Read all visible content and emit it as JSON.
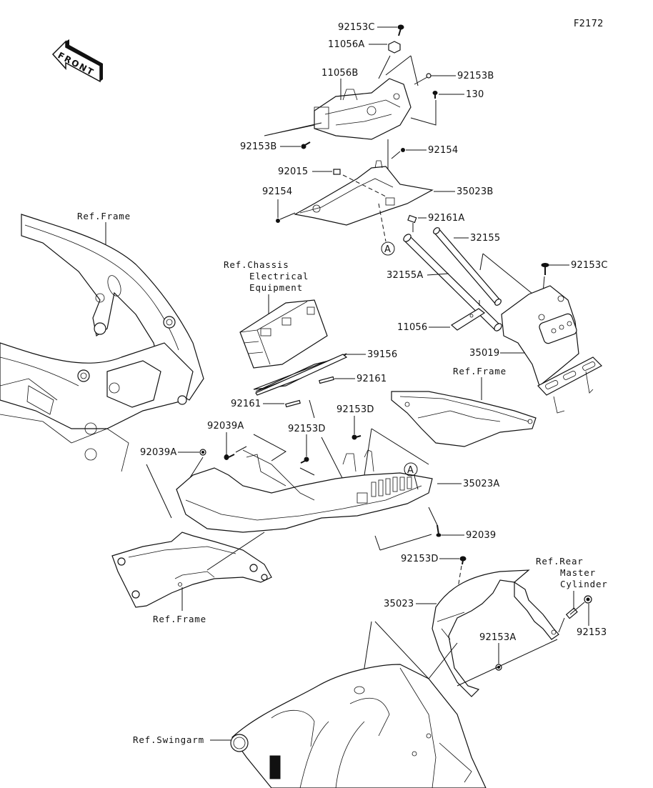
{
  "diagram": {
    "figure_id": "F2172",
    "front_indicator": "FRONT",
    "callout_marker": "A",
    "part_labels": [
      {
        "id": "92153C-top",
        "text": "92153C"
      },
      {
        "id": "11056A",
        "text": "11056A"
      },
      {
        "id": "11056B",
        "text": "11056B"
      },
      {
        "id": "92153B-right",
        "text": "92153B"
      },
      {
        "id": "130",
        "text": "130"
      },
      {
        "id": "92153B-left",
        "text": "92153B"
      },
      {
        "id": "92154-upper",
        "text": "92154"
      },
      {
        "id": "92015",
        "text": "92015"
      },
      {
        "id": "35023B",
        "text": "35023B"
      },
      {
        "id": "92154-left",
        "text": "92154"
      },
      {
        "id": "92161A",
        "text": "92161A"
      },
      {
        "id": "32155",
        "text": "32155"
      },
      {
        "id": "32155A",
        "text": "32155A"
      },
      {
        "id": "92153C-right",
        "text": "92153C"
      },
      {
        "id": "11056",
        "text": "11056"
      },
      {
        "id": "35019",
        "text": "35019"
      },
      {
        "id": "39156",
        "text": "39156"
      },
      {
        "id": "92161-right",
        "text": "92161"
      },
      {
        "id": "92161-left",
        "text": "92161"
      },
      {
        "id": "92153D-right",
        "text": "92153D"
      },
      {
        "id": "92153D-mid",
        "text": "92153D"
      },
      {
        "id": "92039A-mid",
        "text": "92039A"
      },
      {
        "id": "92039A-left",
        "text": "92039A"
      },
      {
        "id": "35023A",
        "text": "35023A"
      },
      {
        "id": "92039",
        "text": "92039"
      },
      {
        "id": "92153D-lower",
        "text": "92153D"
      },
      {
        "id": "35023",
        "text": "35023"
      },
      {
        "id": "92153A",
        "text": "92153A"
      },
      {
        "id": "92153",
        "text": "92153"
      }
    ],
    "reference_labels": {
      "frame_top": "Ref.Frame",
      "chassis_electrical": [
        "Ref.Chassis",
        "Electrical",
        "Equipment"
      ],
      "frame_right": "Ref.Frame",
      "frame_bottom": "Ref.Frame",
      "rear_master_cylinder": [
        "Ref.Rear",
        "Master",
        "Cylinder"
      ],
      "swingarm": "Ref.Swingarm"
    }
  }
}
